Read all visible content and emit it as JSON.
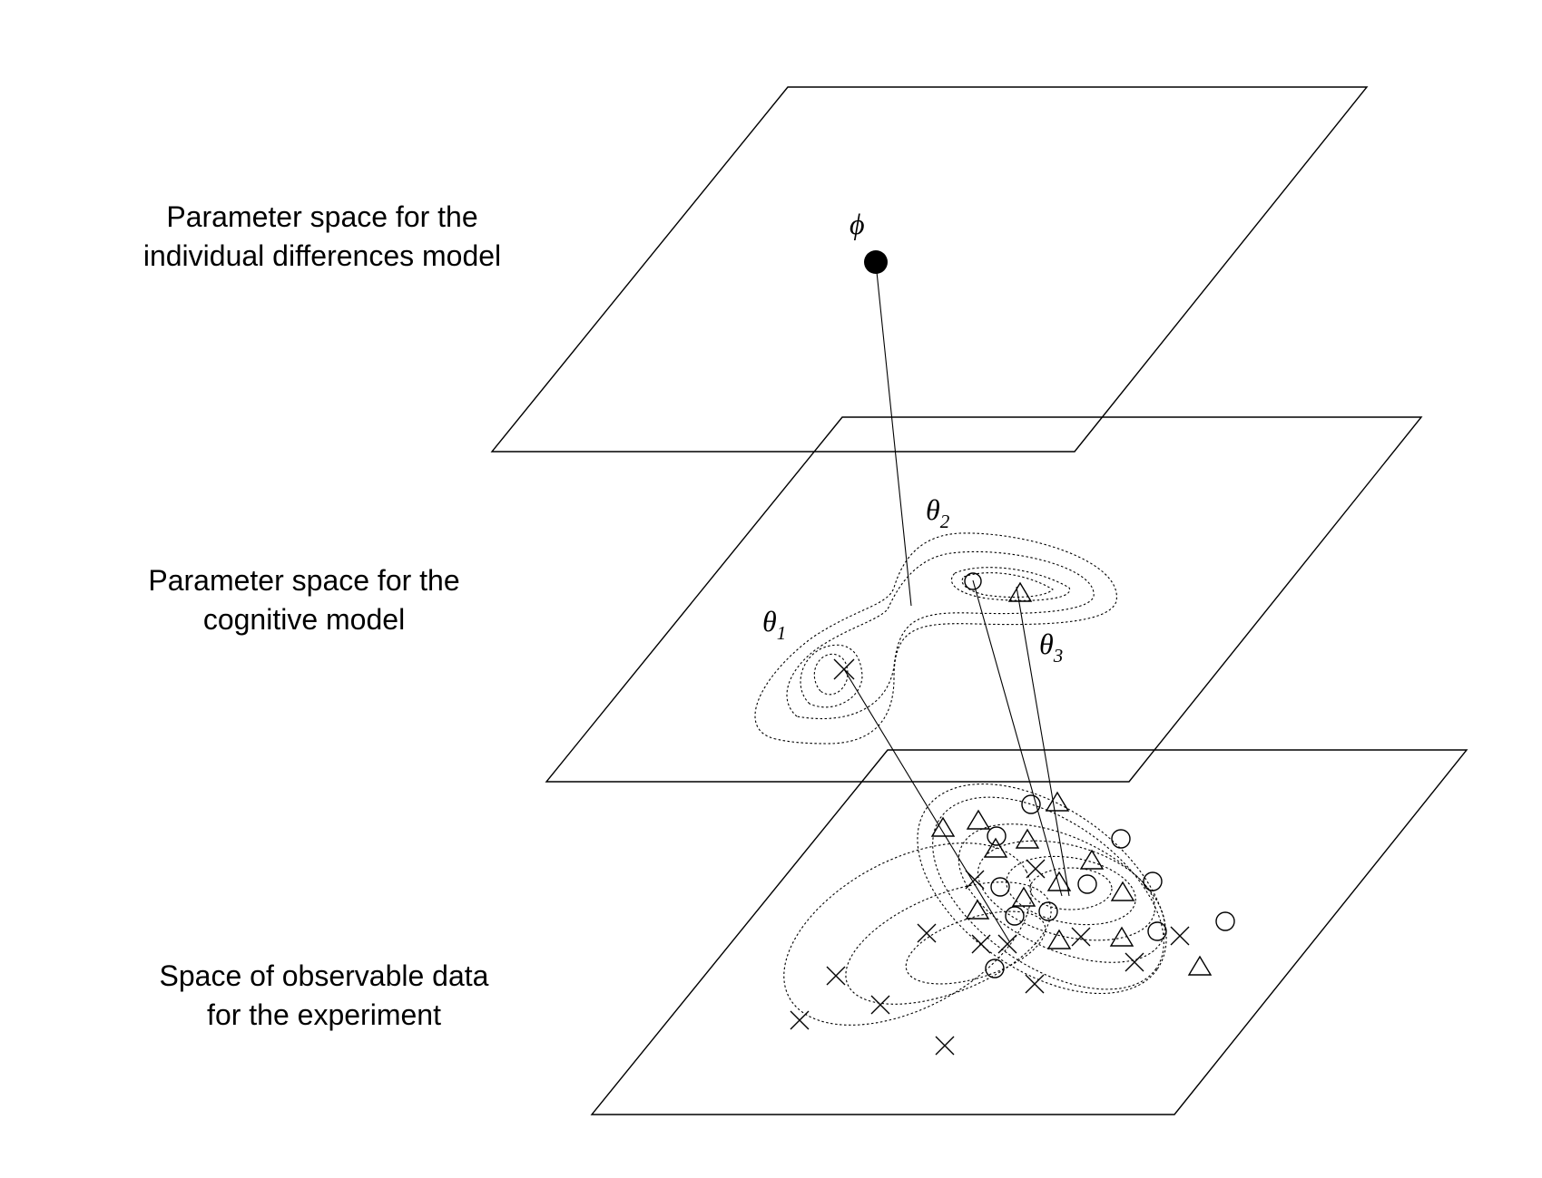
{
  "labels": {
    "top_line1": "Parameter space for the",
    "top_line2": "individual differences model",
    "mid_line1": "Parameter space for the",
    "mid_line2": "cognitive model",
    "bot_line1": "Space of observable data",
    "bot_line2": "for the experiment"
  },
  "symbols": {
    "phi": "ϕ",
    "theta": "θ",
    "sub1": "1",
    "sub2": "2",
    "sub3": "3"
  }
}
